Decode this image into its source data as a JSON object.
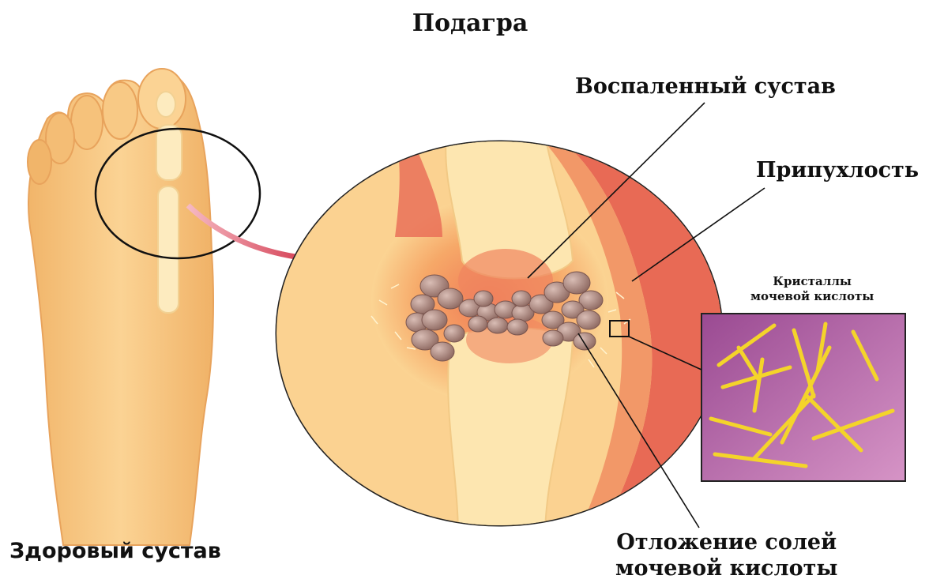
{
  "title": "Подагра",
  "labels": {
    "inflamed_joint": "Воспаленный сустав",
    "swelling": "Припухлость",
    "crystals_line1": "Кристаллы",
    "crystals_line2": "мочевой кислоты",
    "healthy_joint": "Здоровый сустав",
    "deposits_line1": "Отложение солей",
    "deposits_line2": "мочевой кислоты"
  },
  "colors": {
    "skin": "#f7c47e",
    "skin_light": "#fbdca4",
    "bone": "#fbe7b5",
    "inflammation": "#e0514f",
    "crystal_bg": "#a8559a",
    "crystal": "#f2d22a",
    "deposit": "#b58f86",
    "arrow": "#d32a3a"
  }
}
